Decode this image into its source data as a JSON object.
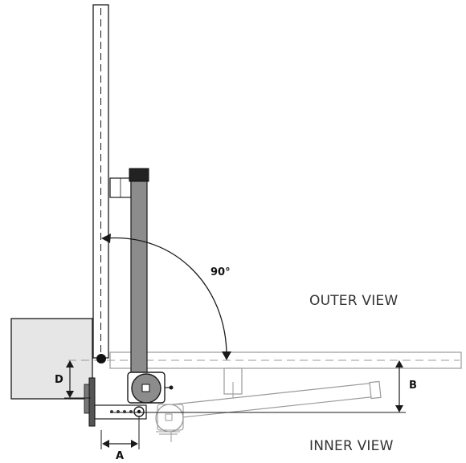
{
  "labels": {
    "angle": "90°",
    "outer_view": "OUTER VIEW",
    "inner_view": "INNER VIEW",
    "dim_a": "A",
    "dim_b": "B",
    "dim_d": "D"
  },
  "colors": {
    "actuator_arm": "#8c8c8c",
    "cap": "#222222",
    "line": "#1a1a1a",
    "ghost_line": "#9a9a9a",
    "wall_fill": "#e6e6e6"
  }
}
